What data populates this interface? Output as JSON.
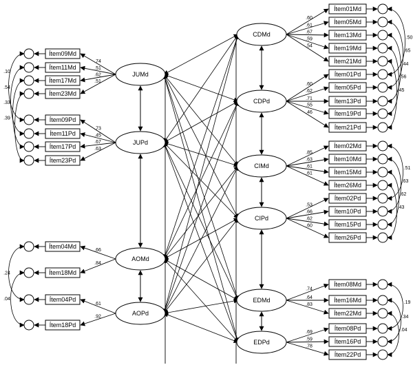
{
  "latents": {
    "JUMd": "JUMd",
    "JUPd": "JUPd",
    "AOMd": "AOMd",
    "AOPd": "AOPd",
    "CDMd": "CDMd",
    "CDPd": "CDPd",
    "CIMd": "CIMd",
    "CIPd": "CIPd",
    "EDMd": "EDMd",
    "EDPd": "EDPd"
  },
  "left_indicators": [
    {
      "id": "i09m",
      "label": "Ítem09Md",
      "factor": "JUMd",
      "loading": ".74"
    },
    {
      "id": "i11m",
      "label": "Ítem11Md",
      "factor": "JUMd",
      "loading": ".51"
    },
    {
      "id": "i17m",
      "label": "Ítem17Md",
      "factor": "JUMd",
      "loading": ".62"
    },
    {
      "id": "i23m",
      "label": "Ítem23Md",
      "factor": "JUMd",
      "loading": ".51"
    },
    {
      "id": "i09p",
      "label": "Ítem09Pd",
      "factor": "JUPd",
      "loading": ".73"
    },
    {
      "id": "i11p",
      "label": "Ítem11Pd",
      "factor": "JUPd",
      "loading": ".45"
    },
    {
      "id": "i17p",
      "label": "Ítem17Pd",
      "factor": "JUPd",
      "loading": ".67"
    },
    {
      "id": "i23p",
      "label": "Ítem23Pd",
      "factor": "JUPd",
      "loading": ".63"
    },
    {
      "id": "i04m",
      "label": "Ítem04Md",
      "factor": "AOMd",
      "loading": ".66"
    },
    {
      "id": "i18m",
      "label": "Ítem18Md",
      "factor": "AOMd",
      "loading": ".84"
    },
    {
      "id": "i04p",
      "label": "Ítem04Pd",
      "factor": "AOPd",
      "loading": ".61"
    },
    {
      "id": "i18p",
      "label": "Ítem18Pd",
      "factor": "AOPd",
      "loading": ".92"
    }
  ],
  "right_indicators": [
    {
      "id": "i01m",
      "label": "Ítem01Md",
      "factor": "CDMd",
      "loading": ".60"
    },
    {
      "id": "i05m",
      "label": "Ítem05Md",
      "factor": "CDMd",
      "loading": ".61"
    },
    {
      "id": "i13m",
      "label": "Ítem13Md",
      "factor": "CDMd",
      "loading": ".67"
    },
    {
      "id": "i19m",
      "label": "Ítem19Md",
      "factor": "CDMd",
      "loading": ".59"
    },
    {
      "id": "i21m",
      "label": "Ítem21Md",
      "factor": "CDMd",
      "loading": ".54"
    },
    {
      "id": "i01p",
      "label": "Ítem01Pd",
      "factor": "CDPd",
      "loading": ".60"
    },
    {
      "id": "i05p",
      "label": "Ítem05Pd",
      "factor": "CDPd",
      "loading": ".62"
    },
    {
      "id": "i13p",
      "label": "Ítem13Pd",
      "factor": "CDPd",
      "loading": ".71"
    },
    {
      "id": "i19p",
      "label": "Ítem19Pd",
      "factor": "CDPd",
      "loading": ".55"
    },
    {
      "id": "i21p",
      "label": "Ítem21Pd",
      "factor": "CDPd",
      "loading": ".46"
    },
    {
      "id": "i02m",
      "label": "Ítem02Md",
      "factor": "CIMd",
      "loading": ".85"
    },
    {
      "id": "i10m",
      "label": "Ítem10Md",
      "factor": "CIMd",
      "loading": ".63"
    },
    {
      "id": "i15m",
      "label": "Ítem15Md",
      "factor": "CIMd",
      "loading": ".61"
    },
    {
      "id": "i26m",
      "label": "Ítem26Md",
      "factor": "CIMd",
      "loading": ".61"
    },
    {
      "id": "i02p",
      "label": "Ítem02Pd",
      "factor": "CIPd",
      "loading": ".53"
    },
    {
      "id": "i10p",
      "label": "Ítem10Pd",
      "factor": "CIPd",
      "loading": ".66"
    },
    {
      "id": "i15p",
      "label": "Ítem15Pd",
      "factor": "CIPd",
      "loading": ".62"
    },
    {
      "id": "i26p",
      "label": "Ítem26Pd",
      "factor": "CIPd",
      "loading": ".60"
    },
    {
      "id": "i08m",
      "label": "Ítem08Md",
      "factor": "EDMd",
      "loading": ".74"
    },
    {
      "id": "i16m",
      "label": "Ítem16Md",
      "factor": "EDMd",
      "loading": ".64"
    },
    {
      "id": "i22m",
      "label": "Ítem22Md",
      "factor": "EDMd",
      "loading": ".83"
    },
    {
      "id": "i08p",
      "label": "Ítem08Pd",
      "factor": "EDPd",
      "loading": ".69"
    },
    {
      "id": "i16p",
      "label": "Ítem16Pd",
      "factor": "EDPd",
      "loading": ".59"
    },
    {
      "id": "i22p",
      "label": "Ítem22Pd",
      "factor": "EDPd",
      "loading": ".78"
    }
  ],
  "error_covariances_left": [
    {
      "from": "i09m",
      "to": "i09p",
      "value": ".10"
    },
    {
      "from": "i11m",
      "to": "i11p",
      "value": ".54"
    },
    {
      "from": "i17m",
      "to": "i17p",
      "value": ".33"
    },
    {
      "from": "i23m",
      "to": "i23p",
      "value": ".39"
    },
    {
      "from": "i04m",
      "to": "i04p",
      "value": ".24"
    },
    {
      "from": "i18m",
      "to": "i18p",
      "value": ".04"
    }
  ],
  "error_covariances_right": [
    {
      "from": "i01m",
      "to": "i01p",
      "value": ".50"
    },
    {
      "from": "i05m",
      "to": "i05p",
      "value": ".65"
    },
    {
      "from": "i13m",
      "to": "i13p",
      "value": ".44"
    },
    {
      "from": "i19m",
      "to": "i19p",
      "value": ".56"
    },
    {
      "from": "i21m",
      "to": "i21p",
      "value": ".45"
    },
    {
      "from": "i02m",
      "to": "i02p",
      "value": ".51"
    },
    {
      "from": "i10m",
      "to": "i10p",
      "value": ".63"
    },
    {
      "from": "i15m",
      "to": "i15p",
      "value": ".62"
    },
    {
      "from": "i26m",
      "to": "i26p",
      "value": ".43"
    },
    {
      "from": "i08m",
      "to": "i08p",
      "value": ".19"
    },
    {
      "from": "i16m",
      "to": "i16p",
      "value": ".34"
    },
    {
      "from": "i22m",
      "to": "i22p",
      "value": "-.04"
    }
  ]
}
